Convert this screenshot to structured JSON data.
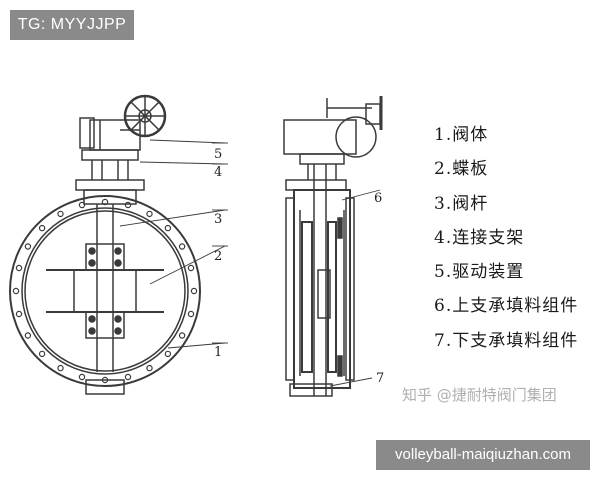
{
  "badge": {
    "text": "TG: MYYJJPP"
  },
  "banner": {
    "text": "volleyball-maiqiuzhan.com"
  },
  "watermark": {
    "text": "知乎 @捷耐特阀门集团"
  },
  "legend": {
    "items": [
      "1.阀体",
      "2.蝶板",
      "3.阀杆",
      "4.连接支架",
      "5.驱动装置",
      "6.上支承填料组件",
      "7.下支承填料组件"
    ]
  },
  "callouts": {
    "front": [
      "5",
      "4",
      "3",
      "2",
      "1"
    ],
    "side": [
      "6",
      "7"
    ]
  },
  "colors": {
    "line": "#3a3a3a",
    "badge_bg": "#8a8a8a",
    "badge_text": "#ffffff",
    "watermark": "#b0b0b0"
  }
}
